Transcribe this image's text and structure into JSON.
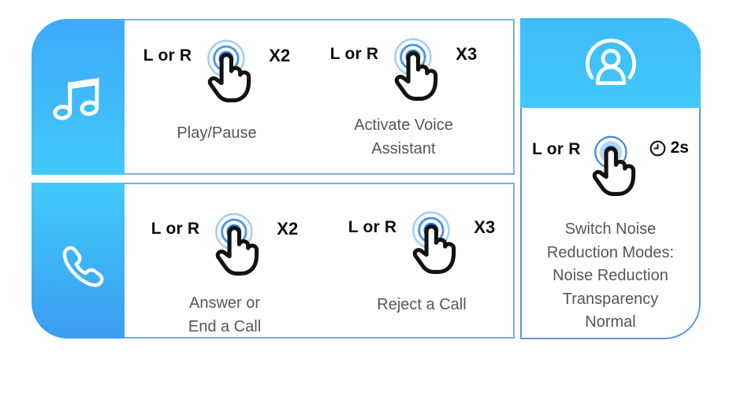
{
  "panels": {
    "music": {
      "icon": "music-note-icon",
      "gestures": [
        {
          "trigger": "L or R",
          "gesture_icon": "tap-icon",
          "count": "X2",
          "action": "Play/Pause"
        },
        {
          "trigger": "L or R",
          "gesture_icon": "tap-icon",
          "count": "X3",
          "action": "Activate Voice\nAssistant"
        }
      ]
    },
    "call": {
      "icon": "phone-icon",
      "gestures": [
        {
          "trigger": "L or R",
          "gesture_icon": "tap-icon",
          "count": "X2",
          "action": "Answer or\nEnd a Call"
        },
        {
          "trigger": "L or R",
          "gesture_icon": "tap-icon",
          "count": "X3",
          "action": "Reject a Call"
        }
      ]
    },
    "noise_control": {
      "icon": "user-icon",
      "gestures": [
        {
          "trigger": "L or R",
          "gesture_icon": "press-hold-icon",
          "duration_icon": "clock-icon",
          "duration": "2s",
          "action": "Switch Noise\nReduction Modes:\nNoise Reduction\nTransparency\nNormal"
        }
      ]
    }
  },
  "colors": {
    "sidebar_blue_top": "#3EA9FB",
    "sidebar_cyan": "#41C9FA",
    "sidebar_blue_bottom": "#3B9CF2",
    "panel_border": "#79ADDC",
    "right_panel_border": "#5B99D5",
    "ripple_blue": "#2E7CD9",
    "ripple_blue_light": "#4E97E4",
    "ripple_blue_faint": "#A7CFF2",
    "hold_core_blue": "#2E79DC",
    "text_black": "#0c0c0c",
    "caption_gray": "#53565a",
    "icon_white": "#ffffff"
  }
}
